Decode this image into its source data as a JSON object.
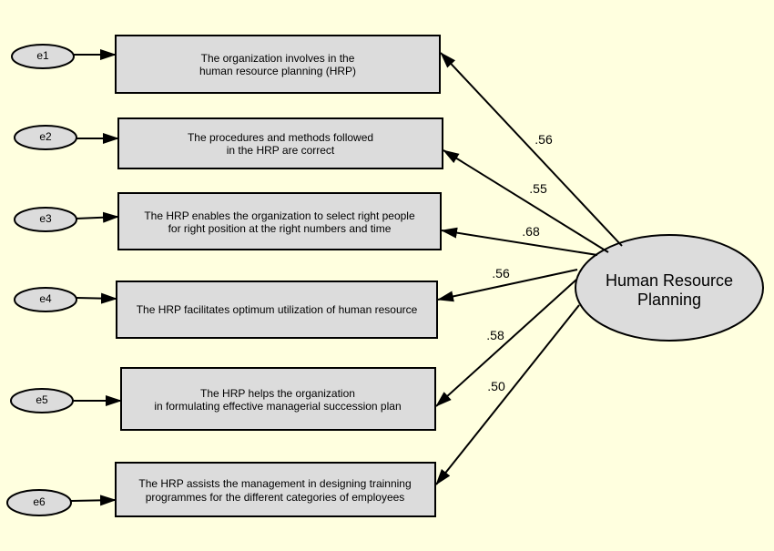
{
  "latent": {
    "line1": "Human Resource",
    "line2": "Planning"
  },
  "indicators": [
    {
      "error": "e1",
      "line1": "The organization involves in the",
      "line2": "human resource planning (HRP)",
      "loading": ".56"
    },
    {
      "error": "e2",
      "line1": "The procedures and methods followed",
      "line2": "in the HRP are correct",
      "loading": ".55"
    },
    {
      "error": "e3",
      "line1": "The HRP enables the organization to select right people",
      "line2": "for right position at the right numbers and time",
      "loading": ".68"
    },
    {
      "error": "e4",
      "line1": "The HRP facilitates optimum utilization of human resource",
      "line2": "",
      "loading": ".56"
    },
    {
      "error": "e5",
      "line1": "The HRP helps the organization",
      "line2": "in formulating effective managerial succession plan",
      "loading": ".58"
    },
    {
      "error": "e6",
      "line1": "The HRP assists the management in designing trainning",
      "line2": "programmes for the different categories of employees",
      "loading": ".50"
    }
  ]
}
